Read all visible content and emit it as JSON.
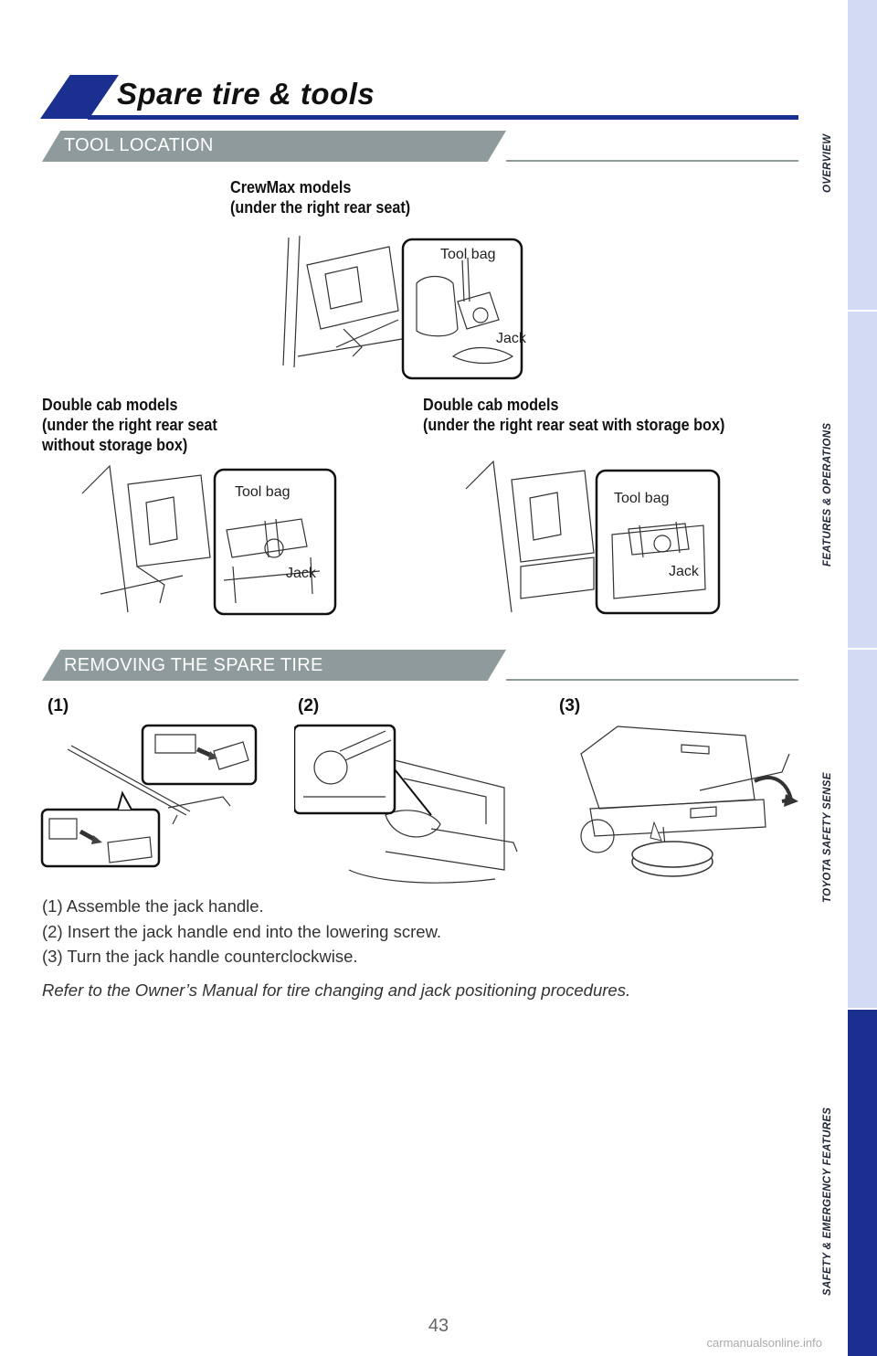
{
  "header": {
    "title": "Spare tire & tools"
  },
  "sections": {
    "tool_location": {
      "label": "TOOL LOCATION"
    },
    "removing": {
      "label": "REMOVING THE SPARE TIRE"
    }
  },
  "captions": {
    "crewmax": "CrewMax models\n(under the right rear seat)",
    "double_no_box": "Double cab models\n(under the right rear seat\nwithout storage box)",
    "double_box": "Double cab models\n(under the right rear seat with storage box)"
  },
  "callouts": {
    "tool_bag": "Tool bag",
    "jack": "Jack"
  },
  "steps": {
    "labels": [
      "(1)",
      "(2)",
      "(3)"
    ],
    "text": [
      "(1) Assemble the jack handle.",
      "(2) Insert the jack handle end into the lowering screw.",
      "(3) Turn the jack handle counterclockwise."
    ]
  },
  "note": "Refer to the Owner’s Manual for tire changing and jack positioning procedures.",
  "page_number": "43",
  "watermark": "carmanualsonline.info",
  "side_tabs": [
    {
      "label": "OVERVIEW",
      "active": false
    },
    {
      "label": "FEATURES & OPERATIONS",
      "active": false
    },
    {
      "label": "TOYOTA SAFETY SENSE",
      "active": false
    },
    {
      "label": "SAFETY & EMERGENCY FEATURES",
      "active": true
    }
  ],
  "colors": {
    "brand_blue": "#1a2f8f",
    "banner_gray": "#8e9a9b",
    "tab_light": "#d3dbf4",
    "tab_active": "#1a2f8f"
  }
}
